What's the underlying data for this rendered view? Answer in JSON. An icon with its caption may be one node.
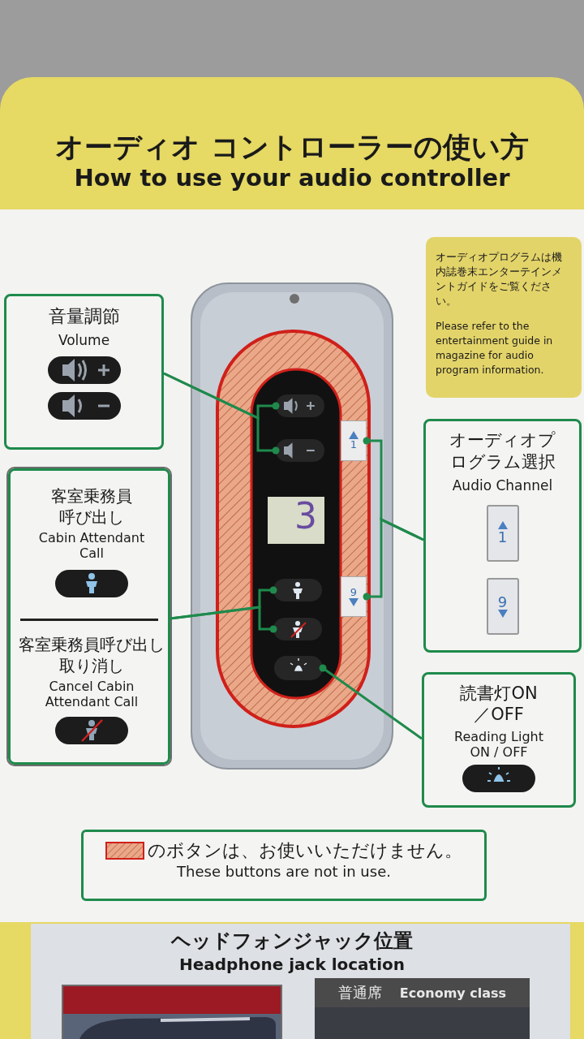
{
  "diagram": {
    "title": "オーディオ コントローラーの使い方",
    "nodes": [
      {
        "text": [
          "オーディオプログラムは機内誌巻末エンターテインメントガイドをご覧ください。",
          "Please refer to the entertainment guide in magazine for audio program information."
        ]
      },
      {
        "text": [
          "音量調節",
          "Volume"
        ]
      },
      {
        "text": [],
        "shape": "picture"
      },
      {
        "text": [],
        "shape": "button",
        "in": 2
      },
      {
        "text": [],
        "shape": "button",
        "in": 2
      },
      {
        "text": [
          "1"
        ],
        "in": 2
      },
      {
        "text": [
          "9"
        ],
        "in": 2
      },
      {
        "text": [],
        "shape": "button",
        "in": 2
      },
      {
        "text": [],
        "shape": "button",
        "in": 2
      },
      {
        "text": [],
        "shape": "button",
        "in": 2
      },
      {
        "text": [
          "オーディオプログラム選択",
          "Audio Channel"
        ]
      },
      {
        "text": [],
        "shape": "box"
      },
      {
        "text": [
          "客室乗務員呼び出し",
          "Cabin Attendant Call"
        ],
        "in": 11
      },
      {
        "text": [
          "客室乗務員呼び出し取り消し",
          "Cancel Cabin Attendant Call"
        ],
        "in": 11
      },
      {
        "text": [
          "読書灯ON／OFF",
          "Reading Light ON / OFF"
        ]
      },
      {
        "text": [
          "のボタンは、お使いいただけません。",
          "These buttons are not in use."
        ]
      },
      {
        "text": [],
        "shape": "box"
      },
      {
        "text": [
          "普通席",
          "Economy class"
        ]
      }
    ],
    "edges": [
      {
        "from": 1,
        "to": 3,
        "arrow": "other"
      },
      {
        "from": 1,
        "to": 4,
        "arrow": "other"
      },
      {
        "from": 11,
        "to": 7,
        "arrow": "other"
      },
      {
        "from": 11,
        "to": 8,
        "arrow": "other"
      },
      {
        "from": 10,
        "to": 5,
        "arrow": "other"
      },
      {
        "from": 10,
        "to": 6,
        "arrow": "other"
      },
      {
        "from": 14,
        "to": 9,
        "arrow": "other"
      }
    ],
    "labels": [
      "How to use your audio controller",
      "3",
      "1",
      "9",
      "ヘッドフォンジャック位置",
      "Headphone jack location"
    ]
  }
}
